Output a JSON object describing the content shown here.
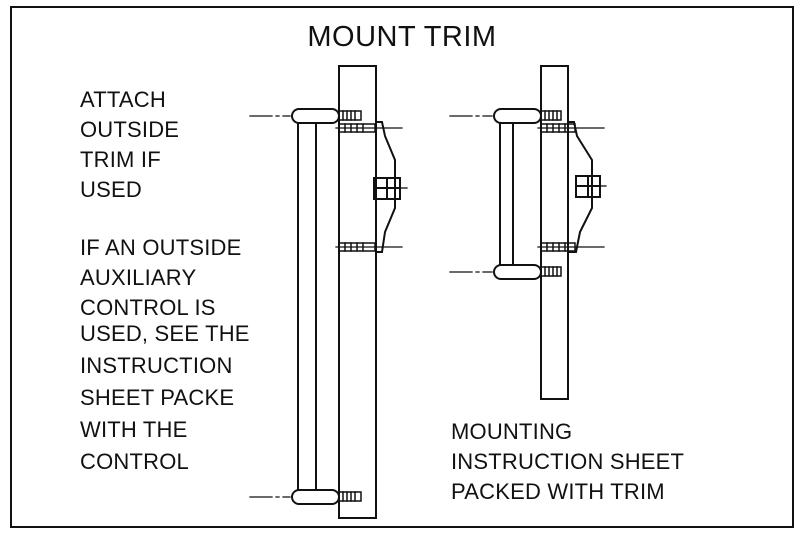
{
  "title": "MOUNT TRIM",
  "left_note": {
    "lines": [
      "ATTACH",
      "OUTSIDE",
      "TRIM IF",
      "USED"
    ]
  },
  "aux_note": {
    "lines": [
      "IF AN OUTSIDE",
      "AUXILIARY",
      "CONTROL IS",
      "USED, SEE THE",
      "INSTRUCTION",
      "SHEET PACKE",
      "WITH THE",
      "CONTROL"
    ]
  },
  "right_note": {
    "lines": [
      "MOUNTING",
      "INSTRUCTION SHEET",
      "PACKED WITH TRIM"
    ]
  }
}
